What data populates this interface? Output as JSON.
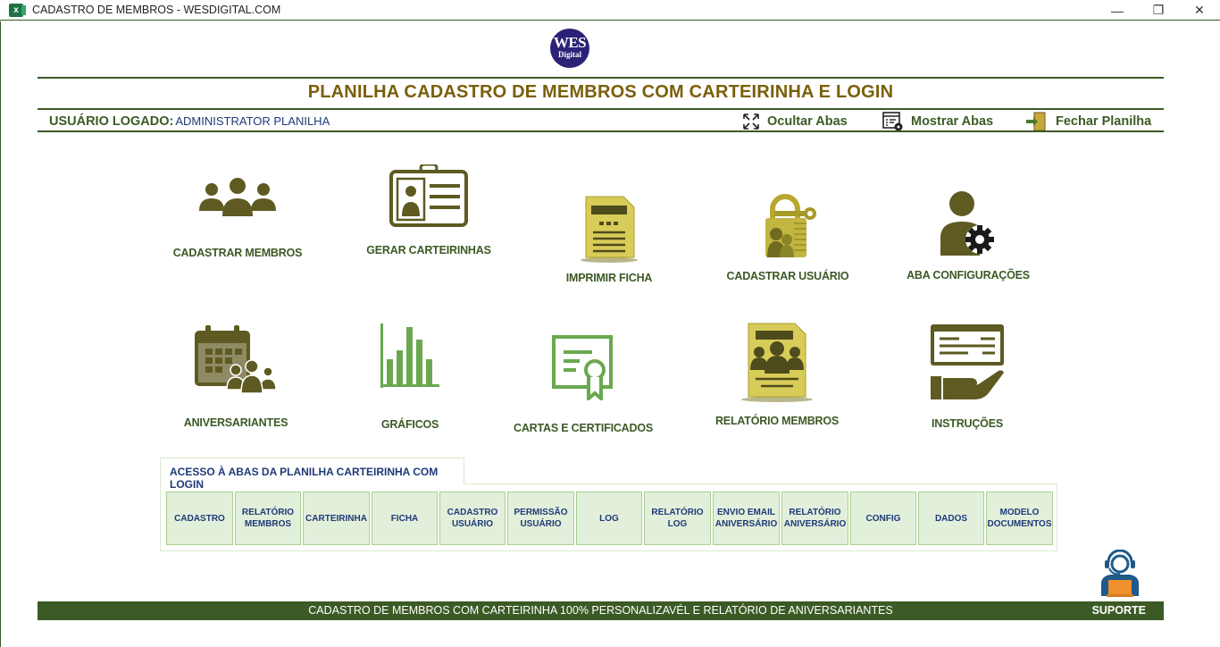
{
  "window": {
    "title": "CADASTRO DE MEMBROS - WESDIGITAL.COM",
    "app_icon": "excel-icon",
    "controls": {
      "minimize": "—",
      "restore": "❐",
      "close": "✕"
    }
  },
  "logo": {
    "line1": "WES",
    "line2": "Digital"
  },
  "header": {
    "title": "PLANILHA CADASTRO DE MEMBROS COM CARTEIRINHA E LOGIN",
    "user_label": "USUÁRIO LOGADO:",
    "user_value": "ADMINISTRATOR PLANILHA",
    "buttons": [
      {
        "label": "Ocultar Abas",
        "icon": "collapse-arrows-icon"
      },
      {
        "label": "Mostrar Abas",
        "icon": "list-view-icon"
      },
      {
        "label": "Fechar Planilha",
        "icon": "exit-door-icon"
      }
    ]
  },
  "tiles": [
    {
      "label": "CADASTRAR MEMBROS",
      "icon": "members-group-icon"
    },
    {
      "label": "GERAR CARTEIRINHAS",
      "icon": "id-card-icon"
    },
    {
      "label": "IMPRIMIR FICHA",
      "icon": "print-form-icon"
    },
    {
      "label": "CADASTRAR USUÁRIO",
      "icon": "padlock-key-icon"
    },
    {
      "label": "ABA CONFIGURAÇÕES",
      "icon": "user-gear-icon"
    },
    {
      "label": "ANIVERSARIANTES",
      "icon": "calendar-people-icon"
    },
    {
      "label": "GRÁFICOS",
      "icon": "bar-chart-icon"
    },
    {
      "label": "CARTAS E CERTIFICADOS",
      "icon": "certificate-icon"
    },
    {
      "label": "RELATÓRIO MEMBROS",
      "icon": "members-report-icon"
    },
    {
      "label": "INSTRUÇÕES",
      "icon": "hand-card-icon"
    }
  ],
  "access_panel": {
    "title": "ACESSO À ABAS DA PLANILHA CARTEIRINHA COM LOGIN",
    "tabs": [
      {
        "line1": "CADASTRO",
        "line2": ""
      },
      {
        "line1": "RELATÓRIO",
        "line2": "MEMBROS"
      },
      {
        "line1": "CARTEIRINHA",
        "line2": ""
      },
      {
        "line1": "FICHA",
        "line2": ""
      },
      {
        "line1": "CADASTRO",
        "line2": "USUÁRIO"
      },
      {
        "line1": "PERMISSÃO",
        "line2": "USUÁRIO"
      },
      {
        "line1": "LOG",
        "line2": ""
      },
      {
        "line1": "RELATÓRIO",
        "line2": "LOG"
      },
      {
        "line1": "ENVIO EMAIL",
        "line2": "ANIVERSÁRIO"
      },
      {
        "line1": "RELATÓRIO",
        "line2": "ANIVERSÁRIO"
      },
      {
        "line1": "CONFIG",
        "line2": ""
      },
      {
        "line1": "DADOS",
        "line2": ""
      },
      {
        "line1": "MODELO",
        "line2": "DOCUMENTOS"
      }
    ]
  },
  "footer": {
    "text": "CADASTRO DE MEMBROS COM CARTEIRINHA 100% PERSONALIZAVÉL E RELATÓRIO DE ANIVERSARIANTES",
    "support_label": "SUPORTE",
    "support_icon": "support-agent-icon"
  },
  "colors": {
    "primary_green": "#3c5a25",
    "title_gold": "#7a5f0a",
    "icon_olive": "#5e5a22",
    "icon_yellow": "#d8cc58",
    "icon_green": "#6aa84f",
    "tab_fill": "#e2efda",
    "tab_border": "#a9d08e",
    "tab_text": "#1f3a78",
    "logo_blue": "#2b2277"
  }
}
